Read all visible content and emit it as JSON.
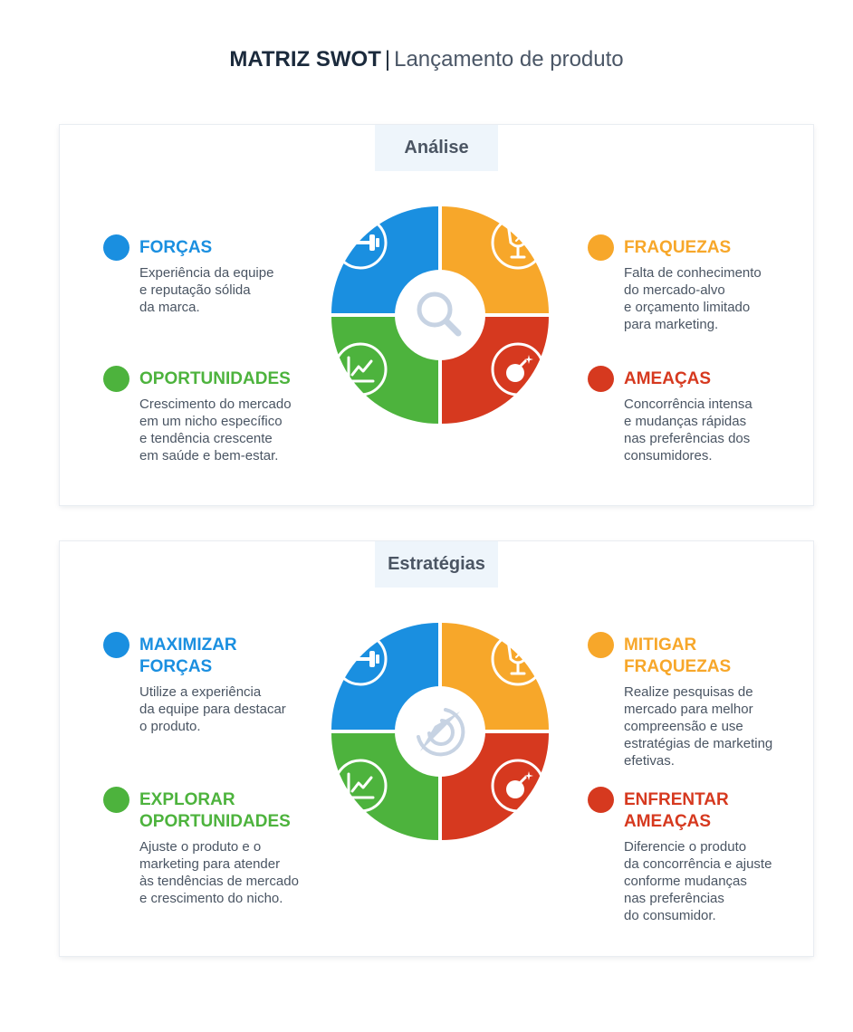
{
  "header": {
    "title_bold": "MATRIZ SWOT",
    "separator": "|",
    "title_rest": "Lançamento de produto"
  },
  "colors": {
    "strengths": "#1a8fe0",
    "weaknesses": "#f7a72a",
    "opportunities": "#4db33d",
    "threats": "#d6391f",
    "center_icon": "#c7d3e3"
  },
  "analysis": {
    "tab_label": "Análise",
    "center_icon": "magnifier-icon",
    "strengths": {
      "title": "FORÇAS",
      "text": "Experiência da equipe\ne reputação sólida\nda marca."
    },
    "weaknesses": {
      "title": "FRAQUEZAS",
      "text": "Falta de conhecimento\ndo mercado-alvo\ne orçamento limitado\npara marketing."
    },
    "opportunities": {
      "title": "OPORTUNIDADES",
      "text": "Crescimento do mercado\nem um nicho específico\ne tendência crescente\nem saúde e bem-estar."
    },
    "threats": {
      "title": "AMEAÇAS",
      "text": "Concorrência intensa\ne mudanças rápidas\nnas preferências dos\nconsumidores."
    }
  },
  "strategies": {
    "tab_label": "Estratégias",
    "center_icon": "target-click-icon",
    "strengths": {
      "title": "MAXIMIZAR\nFORÇAS",
      "text": "Utilize a experiência\nda equipe para destacar\no produto."
    },
    "weaknesses": {
      "title": "MITIGAR\nFRAQUEZAS",
      "text": "Realize pesquisas de\nmercado para melhor\ncompreensão e use\nestratégias de marketing\nefetivas."
    },
    "opportunities": {
      "title": "EXPLORAR\nOPORTUNIDADES",
      "text": "Ajuste o produto e o\nmarketing para atender\nàs tendências de mercado\ne crescimento do nicho."
    },
    "threats": {
      "title": "ENFRENTAR\nAMEAÇAS",
      "text": "Diferencie o produto\nda concorrência e ajuste\nconforme mudanças\nnas preferências\ndo consumidor."
    }
  },
  "icons": {
    "strengths": "dumbbell-icon",
    "weaknesses": "broken-glass-icon",
    "opportunities": "growth-chart-icon",
    "threats": "bomb-icon"
  }
}
